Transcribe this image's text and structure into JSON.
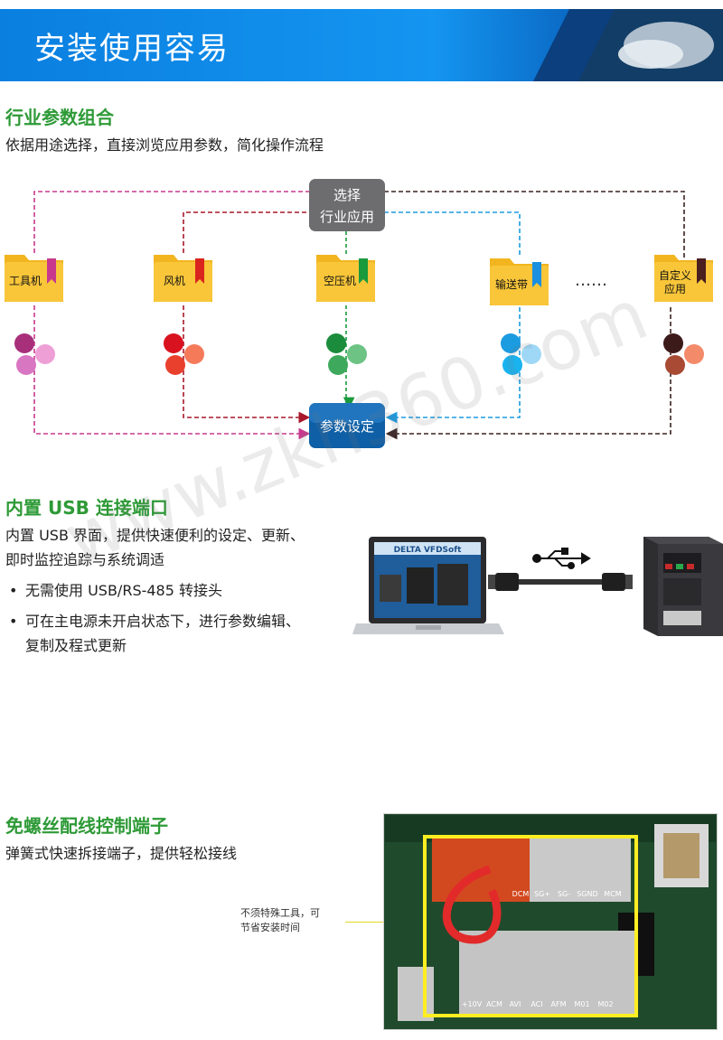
{
  "banner": {
    "title": "安装使用容易"
  },
  "section1": {
    "title": "行业参数组合",
    "desc": "依据用途选择，直接浏览应用参数，简化操作流程",
    "select_node": {
      "line1": "选择",
      "line2": "行业应用"
    },
    "param_node": "参数设定",
    "folders": [
      {
        "label": "工具机",
        "color": "#c8398e"
      },
      {
        "label": "风机",
        "color": "#d9251d"
      },
      {
        "label": "空压机",
        "color": "#1a9a3c"
      },
      {
        "label": "输送带",
        "color": "#1b8fe0"
      },
      {
        "label_line1": "自定义",
        "label_line2": "应用",
        "color": "#4a1f1f"
      }
    ],
    "ellipsis": "……"
  },
  "section2": {
    "title": "内置 USB 连接端口",
    "desc_line1": "内置 USB 界面，提供快速便利的设定、更新、",
    "desc_line2": "即时监控追踪与系统调适",
    "bullets": [
      {
        "text": "无需使用 USB/RS-485 转接头"
      },
      {
        "line1": "可在主电源未开启状态下，进行参数编辑、",
        "line2": "复制及程式更新"
      }
    ],
    "software_label": "DELTA VFDSoft"
  },
  "section3": {
    "title": "免螺丝配线控制端子",
    "desc": "弹簧式快速拆接端子，提供轻松接线",
    "callout_line1": "不须特殊工具，可",
    "callout_line2": "节省安装时间",
    "terminals_top": [
      "DCM",
      "SG+",
      "SG-",
      "SGND",
      "MCM"
    ],
    "terminals_bottom": [
      "+10V",
      "ACM",
      "AVI",
      "ACI",
      "AFM",
      "M01",
      "M02"
    ]
  },
  "watermark": "www.zkh360.com",
  "colors": {
    "green": "#2e9a37",
    "blue": "#1495f0",
    "node_gray": "#6d6d70",
    "node_blue": "#0e5fa6"
  }
}
